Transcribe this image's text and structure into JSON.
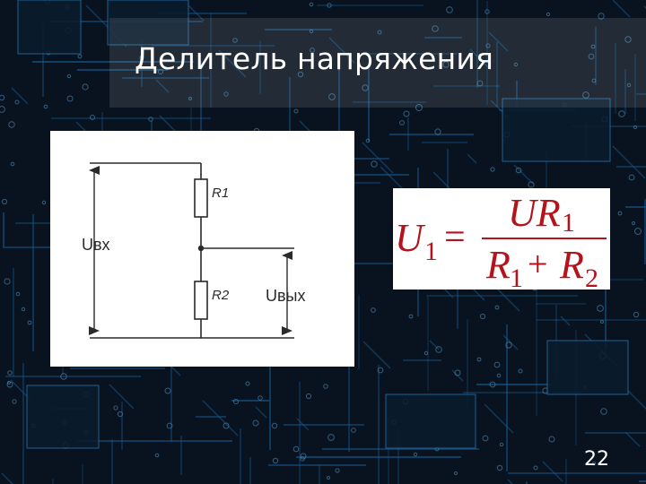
{
  "slide": {
    "title": "Делитель напряжения",
    "page_number": "22"
  },
  "circuit": {
    "input_voltage_label": "Uвх",
    "output_voltage_label": "Uвых",
    "resistor_1_label": "R1",
    "resistor_2_label": "R2"
  },
  "formula": {
    "lhs_symbol": "U",
    "lhs_subscript": "1",
    "equals": "=",
    "numerator_symbol": "UR",
    "numerator_subscript": "1",
    "denominator_term1_symbol": "R",
    "denominator_term1_subscript": "1",
    "plus": "+",
    "denominator_term2_symbol": "R",
    "denominator_term2_subscript": "2"
  },
  "colors": {
    "background": "#0a1626",
    "trace": "#1d74b8",
    "formula_text": "#b5121b"
  }
}
